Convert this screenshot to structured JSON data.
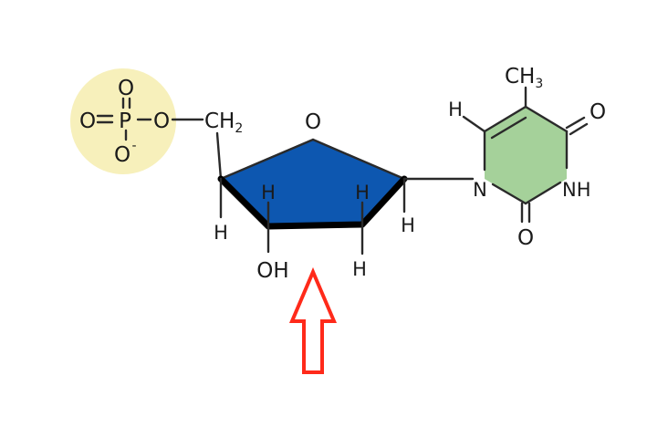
{
  "colors": {
    "phosphate_circle": "#f7f0bb",
    "sugar_ring": "#0d57b0",
    "base_ring": "#a5d19a",
    "arrow": "#ff2a1a",
    "bond": "#2a2a2a"
  },
  "phosphate": {
    "o_top": "O",
    "o_left": "O",
    "p": "P",
    "o_right": "O",
    "o_bottom": "O",
    "o_bottom_charge": "-"
  },
  "sugar": {
    "ch2_c": "CH",
    "ch2_sub": "2",
    "ring_o": "O",
    "h_c4_out": "H",
    "h_c3_in": "H",
    "h_c2_in": "H",
    "h_c1_out": "H",
    "oh": "OH",
    "h_c2_out": "H"
  },
  "base": {
    "ch3_c": "CH",
    "ch3_sub": "3",
    "h_c6": "H",
    "o_c4": "O",
    "n1": "N",
    "n3": "NH",
    "o_c2": "O"
  },
  "arrow": {
    "icon": "arrow-up-outline",
    "direction": "up"
  }
}
